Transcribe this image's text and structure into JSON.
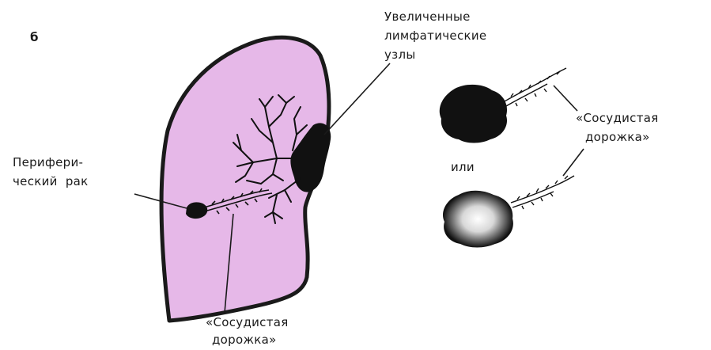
{
  "panel_label": "б",
  "labels": {
    "lymph_nodes": [
      "Увеличенные",
      "лимфатические",
      "узлы"
    ],
    "peripheral_cancer": [
      "Перифери-",
      "ческий  рак"
    ],
    "vascular_path_bottom": [
      "«Сосудистая",
      "дорожка»"
    ],
    "vascular_path_right": [
      "«Сосудистая",
      "дорожка»"
    ],
    "or": "или"
  },
  "colors": {
    "lung_fill": "#e6b8e8",
    "outline": "#1a1a1a",
    "lesion": "#111111"
  }
}
